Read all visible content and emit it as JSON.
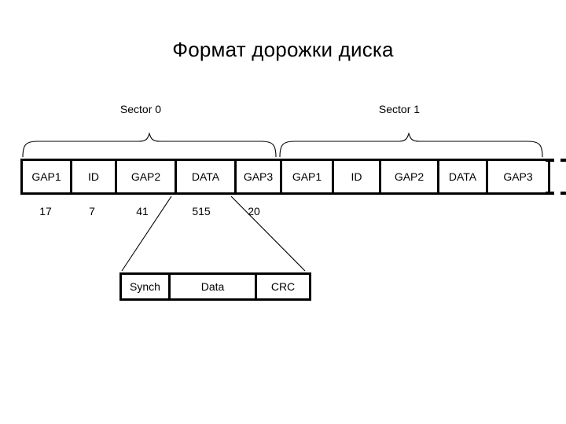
{
  "title": "Формат дорожки диска",
  "sectors": [
    {
      "label": "Sector 0"
    },
    {
      "label": "Sector 1"
    }
  ],
  "track": {
    "cells": [
      {
        "label": "GAP1",
        "size": "17"
      },
      {
        "label": "ID",
        "size": "7"
      },
      {
        "label": "GAP2",
        "size": "41"
      },
      {
        "label": "DATA",
        "size": "515"
      },
      {
        "label": "GAP3",
        "size": "20"
      },
      {
        "label": "GAP1",
        "size": ""
      },
      {
        "label": "ID",
        "size": ""
      },
      {
        "label": "GAP2",
        "size": ""
      },
      {
        "label": "DATA",
        "size": ""
      },
      {
        "label": "GAP3",
        "size": ""
      }
    ],
    "continuation": "dashed"
  },
  "sizes": [
    {
      "value": "17"
    },
    {
      "value": "7"
    },
    {
      "value": "41"
    },
    {
      "value": "515"
    },
    {
      "value": "20"
    }
  ],
  "detail": {
    "cells": [
      {
        "label": "Synch"
      },
      {
        "label": "Data"
      },
      {
        "label": "CRC"
      }
    ]
  },
  "colors": {
    "background": "#ffffff",
    "ink": "#000000"
  }
}
